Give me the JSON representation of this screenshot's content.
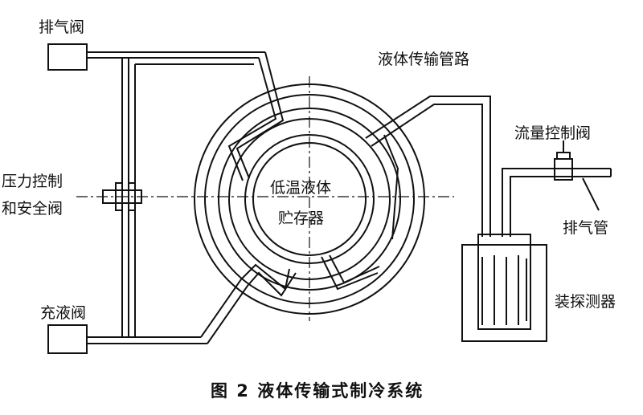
{
  "labels": {
    "vent_valve": "排气阀",
    "pressure_control_1": "压力控制",
    "pressure_control_2": "和安全阀",
    "fill_valve": "充液阀",
    "transfer_line": "液体传输管路",
    "flow_control_valve": "流量控制阀",
    "vent_pipe": "排气管",
    "detector": "装探测器",
    "dewar_1": "低温液体",
    "dewar_2": "贮存器"
  },
  "caption": "图 2   液体传输式制冷系统"
}
